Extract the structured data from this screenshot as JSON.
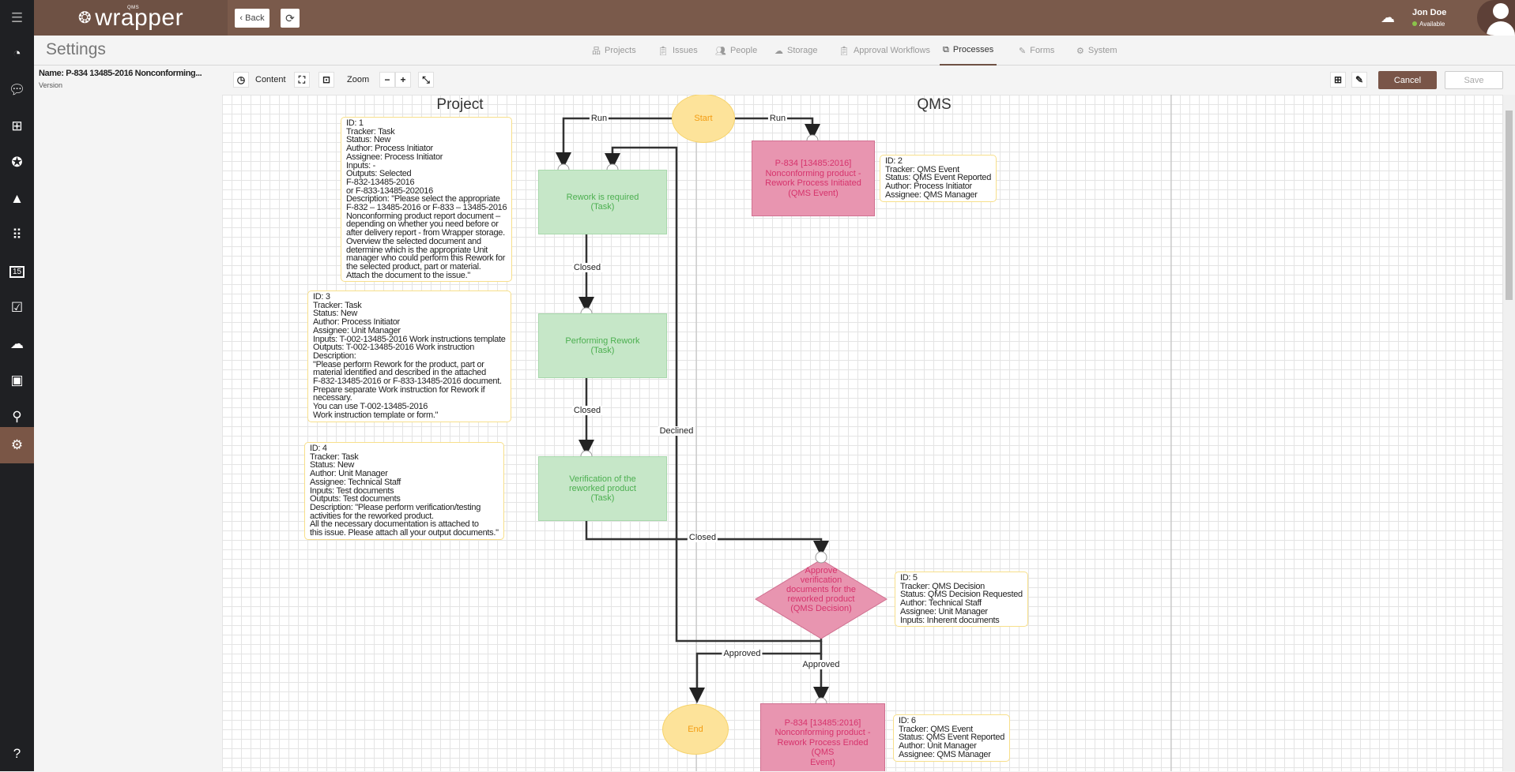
{
  "header": {
    "logo": "wrapper",
    "logo_super": "QMS",
    "back_label": "Back",
    "user_name": "Jon Doe",
    "user_status": "Available",
    "status_color": "#8bc34a"
  },
  "sidebar": {
    "items": [
      "menu",
      "dashboard",
      "chat",
      "organization",
      "awards",
      "alerts",
      "apps",
      "calendar",
      "tasks",
      "storage",
      "certificates",
      "search",
      "settings",
      "help"
    ],
    "calendar_day": "15"
  },
  "page": {
    "title": "Settings"
  },
  "tabs": [
    {
      "label": "Projects"
    },
    {
      "label": "Issues"
    },
    {
      "label": "People"
    },
    {
      "label": "Storage"
    },
    {
      "label": "Approval Workflows"
    },
    {
      "label": "Processes",
      "active": true
    },
    {
      "label": "Forms"
    },
    {
      "label": "System"
    }
  ],
  "toolbar": {
    "name": "Name: P-834 13485-2016 Nonconforming...",
    "version": "Version",
    "content_label": "Content",
    "zoom_label": "Zoom",
    "zoom_out": "−",
    "zoom_in": "+",
    "cancel_label": "Cancel",
    "save_label": "Save"
  },
  "diagram": {
    "lanes": [
      "Project",
      "QMS"
    ],
    "start": "Start",
    "end": "End",
    "tasks": [
      "Rework is required\n(Task)",
      "Performing Rework\n(Task)",
      "Verification of the\nreworked product\n(Task)"
    ],
    "events": [
      "P-834 [13485:2016]\nNonconforming product -\nRework Process Initiated\n(QMS Event)",
      "P-834 [13485:2016]\nNonconforming product -\nRework Process Ended (QMS\nEvent)"
    ],
    "decision": "Approve\nverification\ndocuments for the\nreworked product\n(QMS Decision)",
    "edge_labels": {
      "run1": "Run",
      "run2": "Run",
      "closed1": "Closed",
      "closed2": "Closed",
      "closed3": "Closed",
      "declined": "Declined",
      "approved1": "Approved",
      "approved2": "Approved"
    },
    "info": {
      "id1": "ID: 1\nTracker: Task\nStatus: New\nAuthor: Process Initiator\nAssignee: Process Initiator\nInputs: -\nOutputs: Selected\nF-832-13485-2016\nor F-833-13485-202016\nDescription: \"Please select the appropriate\nF-832 – 13485-2016 or F-833 – 13485-2016\nNonconforming product report document –\ndepending on whether you need before or\nafter delivery report - from Wrapper storage.\nOverview the selected document and\ndetermine which is the appropriate Unit\nmanager who could perform this Rework for\nthe selected product, part or material.\nAttach the document to the issue.\"",
      "id2": "ID: 2\nTracker: QMS Event\nStatus: QMS Event Reported\nAuthor: Process Initiator\nAssignee: QMS Manager",
      "id3": "ID: 3\nTracker: Task\nStatus: New\nAuthor: Process Initiator\nAssignee: Unit Manager\nInputs: T-002-13485-2016 Work instructions template\nOutputs: T-002-13485-2016 Work instruction\nDescription:\n\"Please perform Rework for the product, part or\nmaterial identified and described in the attached\nF-832-13485-2016 or F-833-13485-2016 document.\nPrepare separate Work instruction for Rework if\nnecessary.\nYou can use T-002-13485-2016\nWork instruction template or form.\"",
      "id4": "ID: 4\nTracker: Task\nStatus: New\nAuthor: Unit Manager\nAssignee: Technical Staff\nInputs: Test documents\nOutputs: Test documents\nDescription: \"Please perform verification/testing\nactivities for the reworked product.\nAll the necessary documentation is attached to\nthis issue. Please attach all your output documents.\"",
      "id5": "ID: 5\nTracker: QMS Decision\nStatus: QMS Decision Requested\nAuthor: Technical Staff\nAssignee: Unit Manager\nInputs: Inherent documents",
      "id6": "ID: 6\nTracker: QMS Event\nStatus: QMS Event Reported\nAuthor: Unit Manager\nAssignee: QMS Manager"
    }
  }
}
